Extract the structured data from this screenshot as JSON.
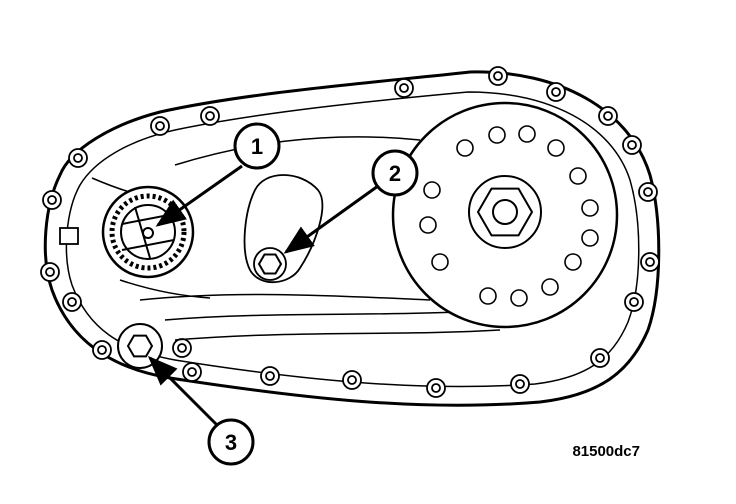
{
  "figure": {
    "id_label": "81500dc7",
    "line_color": "#000000",
    "background": "#ffffff"
  },
  "callouts": [
    {
      "number": "1"
    },
    {
      "number": "2"
    },
    {
      "number": "3"
    }
  ]
}
